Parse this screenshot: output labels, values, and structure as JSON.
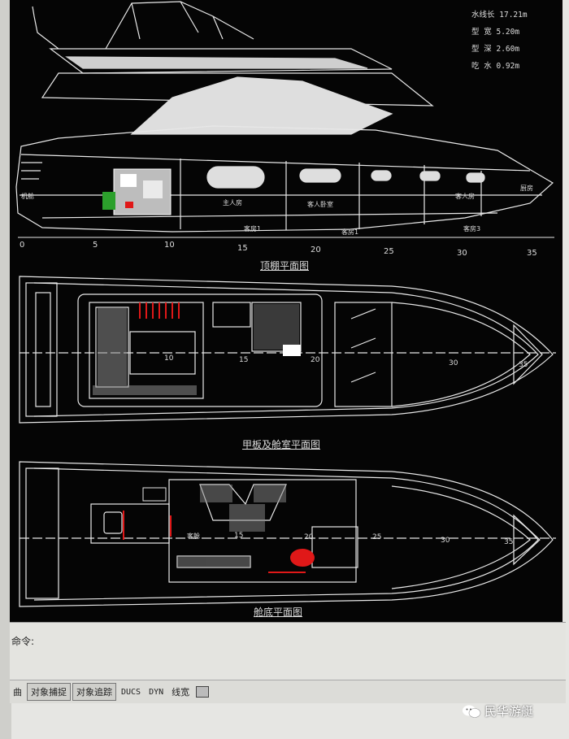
{
  "specs": [
    {
      "label": "水线长",
      "value": "17.21m"
    },
    {
      "label": "型 宽",
      "value": "5.20m"
    },
    {
      "label": "型 深",
      "value": "2.60m"
    },
    {
      "label": "吃 水",
      "value": "0.92m"
    }
  ],
  "drawings": {
    "profile_title": "顶棚平面图",
    "deck_title": "甲板及舱室平面图",
    "hull_title": "舱底平面图"
  },
  "profile_labels": [
    "机舱",
    "主人房",
    "客人卧室",
    "客人房",
    "厨房",
    "客房1",
    "客房1",
    "客房3"
  ],
  "profile_scale": [
    "0",
    "5",
    "10",
    "15",
    "20",
    "25",
    "30",
    "35"
  ],
  "deck_scale": [
    "10",
    "15",
    "20",
    "30",
    "35"
  ],
  "hull_scale": [
    "15",
    "20",
    "25",
    "30",
    "35"
  ],
  "hull_room_label": "客舱",
  "command_line": {
    "prompt": "命令:"
  },
  "status_bar": {
    "items": [
      "曲",
      "对象捕捉",
      "对象追踪",
      "DUCS",
      "DYN",
      "线宽"
    ]
  },
  "watermark": {
    "text": "民华游艇"
  },
  "colors": {
    "background": "#050505",
    "lines": "#e8e8e8",
    "red": "#e01818",
    "green": "#2ca02c"
  }
}
